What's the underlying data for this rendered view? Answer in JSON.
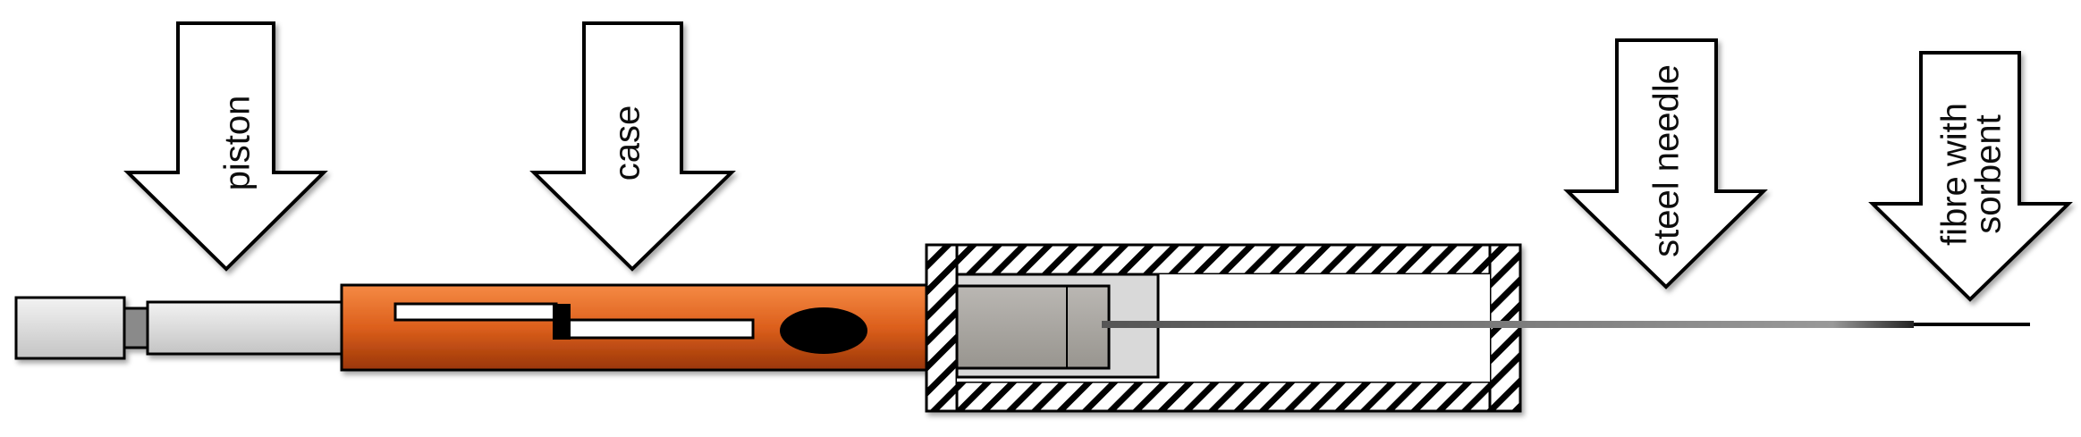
{
  "labels": {
    "piston": "piston",
    "case": "case",
    "steel_needle": "steel needle",
    "fibre_line1": "fibre with",
    "fibre_line2": "sorbent"
  },
  "colors": {
    "case_orange_light": "#f0792e",
    "case_orange_dark": "#a03a0a",
    "metal_light": "#e6e6e6",
    "metal_mid": "#c8c8c8",
    "plunger_grey": "#a9a6a2",
    "hatch": "#000000",
    "outline": "#000000"
  }
}
